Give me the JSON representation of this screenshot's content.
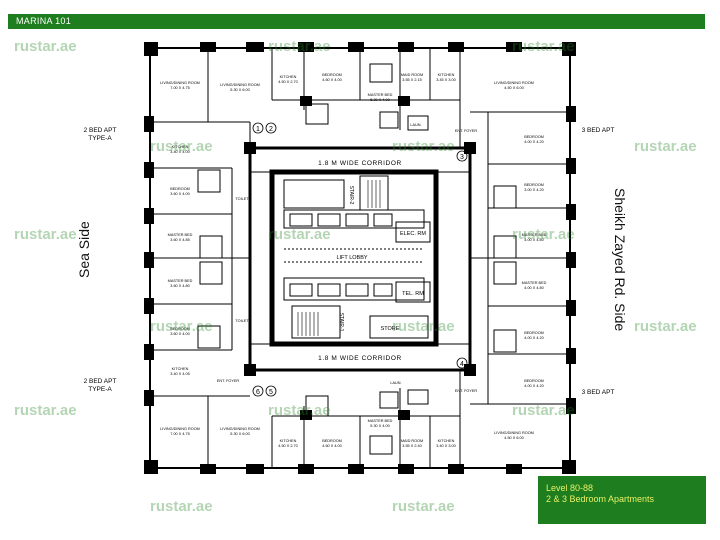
{
  "header": {
    "title": "MARINA 101"
  },
  "legend": {
    "line1": "Level 80-88",
    "line2": "2 & 3 Bedroom Apartments"
  },
  "sides": {
    "left": "Sea Side",
    "right": "Sheikh Zayed Rd. Side"
  },
  "watermark": "rustar.ae",
  "colors": {
    "accent": "#1e7d1e",
    "legend_text": "#e6f06a",
    "walls": "#000000"
  },
  "apartment_labels": {
    "two_bed_top": [
      "2 BED APT",
      "TYPE-A"
    ],
    "two_bed_bottom": [
      "2 BED APT",
      "TYPE-A"
    ],
    "three_bed_top": "3 BED APT",
    "three_bed_bottom": "3 BED APT"
  },
  "core": {
    "corridor_top": "1.8 M WIDE CORRIDOR",
    "corridor_bottom": "1.8 M WIDE CORRIDOR",
    "lift_lobby": "LIFT LOBBY",
    "elec_rm": "ELEC. RM",
    "tel_rm": "TEL. RM",
    "store": "STORE",
    "stair_1": "STAIR-1",
    "stair_2": "STAIR-2"
  },
  "markers": [
    "1",
    "2",
    "3",
    "4",
    "5",
    "6"
  ],
  "rooms": [
    {
      "name": "LIVING/DINING ROOM",
      "dim": "7.00 X 4.75"
    },
    {
      "name": "LIVING/DINING ROOM",
      "dim": "5.30 X 6.00"
    },
    {
      "name": "KITCHEN",
      "dim": "4.50 X 2.70"
    },
    {
      "name": "BEDROOM",
      "dim": "4.60 X 4.00"
    },
    {
      "name": "MASTER BED",
      "dim": "5.30 X 4.00"
    },
    {
      "name": "MAID ROOM",
      "dim": "3.55 X 2.15"
    },
    {
      "name": "KITCHEN",
      "dim": "3.45 X 3.00"
    },
    {
      "name": "LIVING/DINING ROOM",
      "dim": "4.50 X 6.00"
    },
    {
      "name": "KITCHEN",
      "dim": "3.40 X 4.00"
    },
    {
      "name": "BEDROOM",
      "dim": "3.60 X 4.00"
    },
    {
      "name": "MASTER BED",
      "dim": "3.60 X 4.85"
    },
    {
      "name": "MASTER BED",
      "dim": "3.60 X 4.80"
    },
    {
      "name": "BEDROOM",
      "dim": "3.60 X 4.00"
    },
    {
      "name": "KITCHEN",
      "dim": "3.40 X 4.05"
    },
    {
      "name": "LIVING/DINING ROOM",
      "dim": "7.00 X 4.75"
    },
    {
      "name": "LIVING/DINING ROOM",
      "dim": "5.30 X 6.00"
    },
    {
      "name": "KITCHEN",
      "dim": "4.50 X 2.70"
    },
    {
      "name": "BEDROOM",
      "dim": "4.60 X 4.00"
    },
    {
      "name": "MASTER BED",
      "dim": "5.30 X 4.00"
    },
    {
      "name": "MAID ROOM",
      "dim": "3.55 X 2.40"
    },
    {
      "name": "KITCHEN",
      "dim": "3.40 X 3.00"
    },
    {
      "name": "LIVING/DINING ROOM",
      "dim": "4.50 X 6.00"
    },
    {
      "name": "BEDROOM",
      "dim": "4.00 X 4.20"
    },
    {
      "name": "BEDROOM",
      "dim": "3.00 X 4.20"
    },
    {
      "name": "MASTER BED",
      "dim": "4.00 X 4.80"
    },
    {
      "name": "MASTER BED",
      "dim": "4.00 X 4.80"
    },
    {
      "name": "BEDROOM",
      "dim": "4.00 X 4.20"
    },
    {
      "name": "BEDROOM",
      "dim": "4.00 X 4.20"
    }
  ],
  "small_rooms": {
    "toilet": "TOILET",
    "ent_foyer": "ENT. FOYER",
    "laun": "LAUN."
  }
}
